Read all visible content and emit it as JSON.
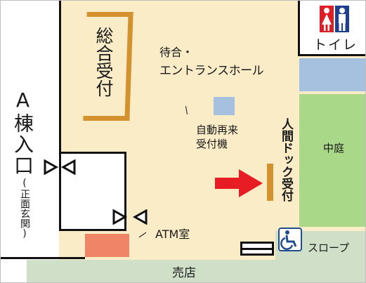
{
  "map": {
    "labels": {
      "a_building_entrance": "A棟入口",
      "main_entrance_note": "(正面玄関)",
      "general_reception": "総合受付",
      "waiting_hall_line1": "待合・",
      "waiting_hall_line2": "エントランスホール",
      "auto_reentry_line1": "自動再来",
      "auto_reentry_line2": "受付機",
      "dock_reception": "人間ドック受付",
      "courtyard": "中庭",
      "restroom": "トイレ",
      "atm": "ATM室",
      "slope": "スロープ",
      "shop": "売店"
    },
    "colors": {
      "floor": "#fbecc8",
      "corridor": "#cfdfc8",
      "courtyard": "#a8d888",
      "blue_block": "#a6c0df",
      "reception_counter": "#d4922e",
      "atm_room": "#f08466",
      "arrow": "#e81c24",
      "women_icon": "#e21c24",
      "men_icon": "#1f3f8f",
      "accessibility_icon": "#1f4e8a"
    },
    "icons": [
      "women-restroom-icon",
      "men-restroom-icon",
      "wheelchair-icon",
      "door-triangle-icon",
      "red-arrow-icon"
    ]
  }
}
